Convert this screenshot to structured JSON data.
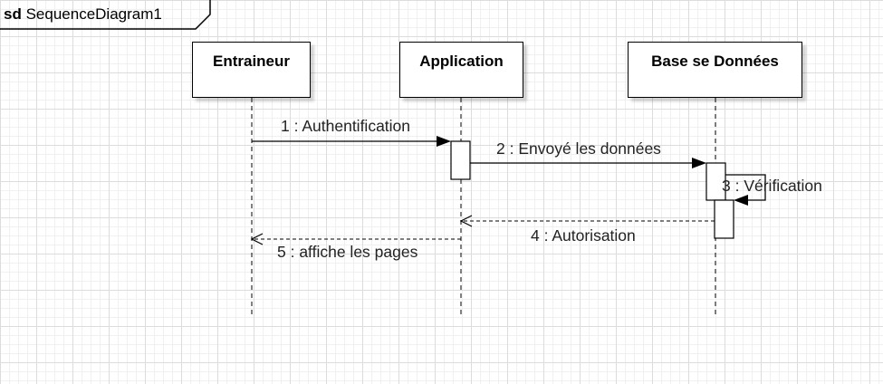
{
  "frame": {
    "keyword": "sd",
    "name": "SequenceDiagram1"
  },
  "participants": [
    {
      "name": "Entraineur"
    },
    {
      "name": "Application"
    },
    {
      "name": "Base se Données"
    }
  ],
  "messages": [
    {
      "label": "1 : Authentification",
      "from": "Entraineur",
      "to": "Application",
      "kind": "sync"
    },
    {
      "label": "2 : Envoyé les données",
      "from": "Application",
      "to": "Base se Données",
      "kind": "sync"
    },
    {
      "label": "3 : Vérification",
      "from": "Base se Données",
      "to": "Base se Données",
      "kind": "self"
    },
    {
      "label": "4 : Autorisation",
      "from": "Base se Données",
      "to": "Application",
      "kind": "return"
    },
    {
      "label": "5 : affiche les pages",
      "from": "Application",
      "to": "Entraineur",
      "kind": "return"
    }
  ]
}
